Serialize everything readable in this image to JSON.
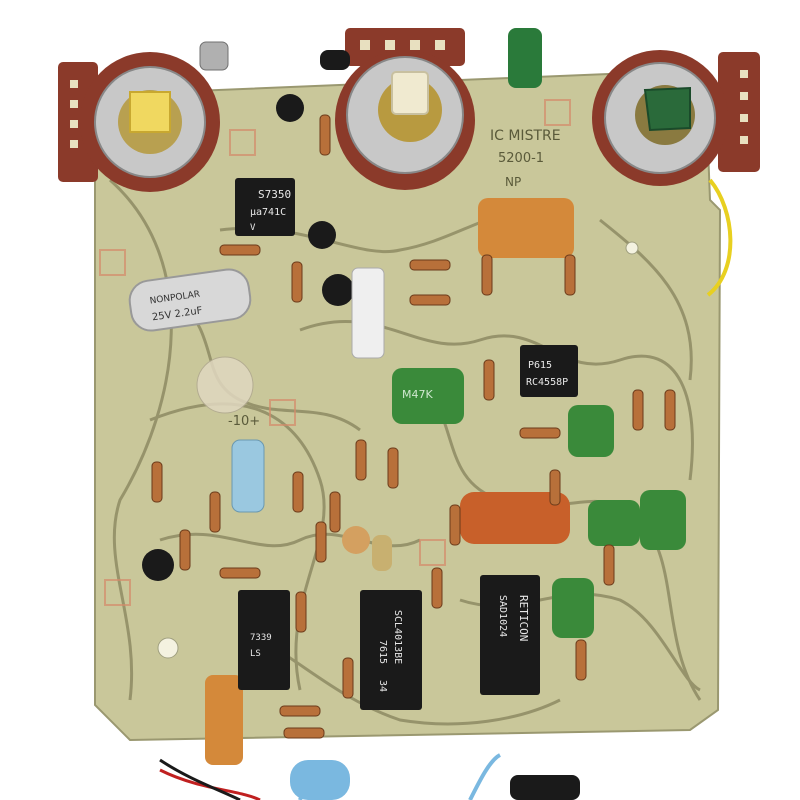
{
  "board": {
    "title_text": "IC MISTRE",
    "part_number": "5200-1",
    "np_mark": "NP",
    "cap_marks": "-10+",
    "board_color": "#c9c79a",
    "trace_color": "#6e6a45"
  },
  "chips": {
    "top_ic": {
      "line1": "S7350",
      "line2": "μa741C",
      "line3": "V"
    },
    "mid_ic": {
      "line1": "P615",
      "line2": "RC4558P"
    },
    "left_ic": {
      "line1": "7339",
      "line2": "LS"
    },
    "center_ic": {
      "line1": "SCL4013BE",
      "line2": "7615",
      "line3": "34"
    },
    "right_ic": {
      "line1": "RETICON",
      "line2": "SAD1024"
    }
  },
  "capacitors": {
    "axial_cap": {
      "line1": "NONPOLAR",
      "line2": "25V 2.2uF"
    },
    "green_cap_label": "M47K",
    "blue_cap_label": ""
  },
  "colors": {
    "pot_body": "#8b3a2a",
    "pot_metal": "#c8c8c8",
    "knob_yellow": "#f0d860",
    "knob_cream": "#f0ead0",
    "knob_green": "#2a6a3a",
    "cap_orange": "#d4893a",
    "cap_red": "#c8602a",
    "cap_green": "#3a8a3a",
    "ic_black": "#1a1a1a"
  }
}
